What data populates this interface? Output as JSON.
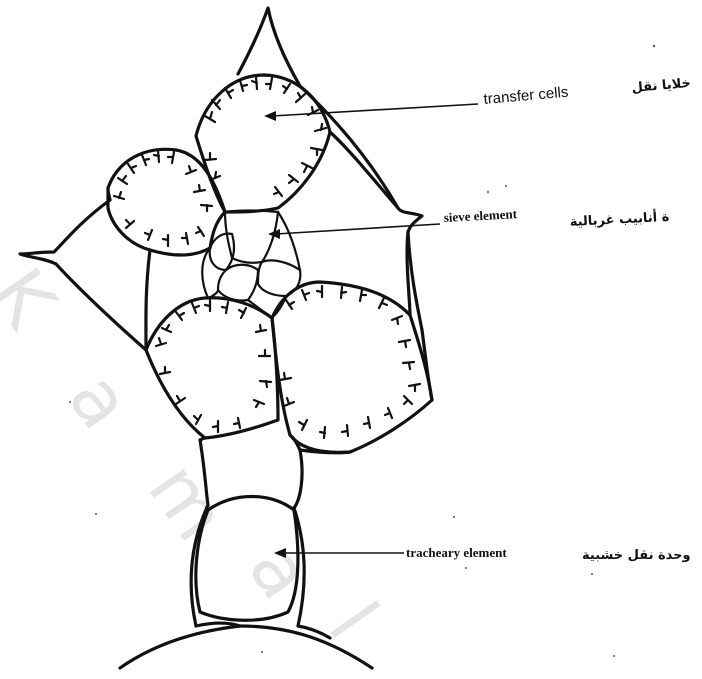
{
  "watermark": {
    "letters": [
      "K",
      "a",
      "m",
      "a",
      "l"
    ]
  },
  "labels": {
    "transfer_cells": {
      "ar": "خلايا نقل",
      "en": "transfer cells"
    },
    "sieve_element": {
      "ar": "ة أنابيب غربالية",
      "en": "sieve element"
    },
    "tracheary_element": {
      "ar": "وحدة نقل خشبية",
      "en": "tracheary element"
    }
  }
}
